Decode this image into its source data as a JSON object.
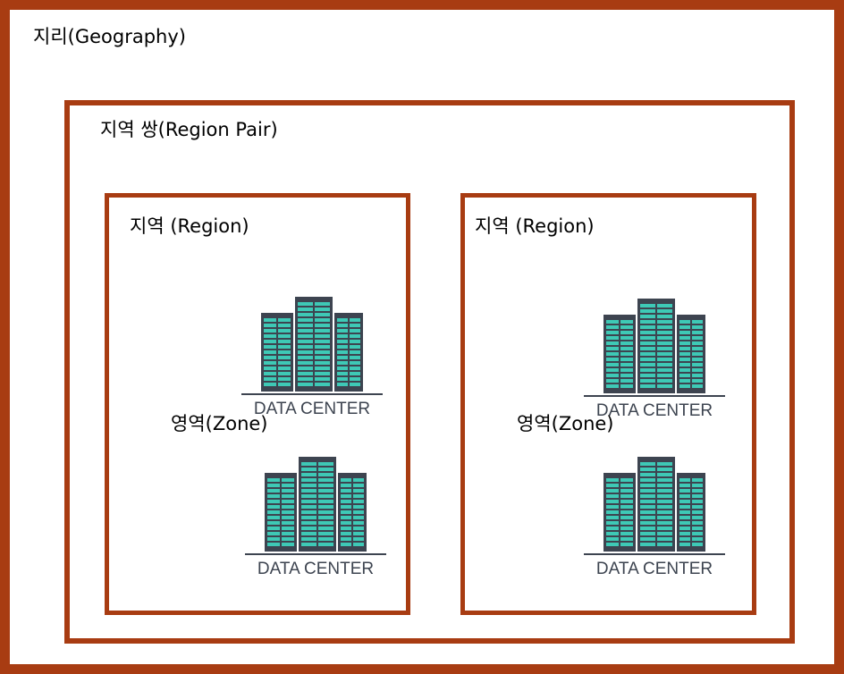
{
  "geography": {
    "title": "지리(Geography)"
  },
  "region_pair": {
    "title": "지역 쌍(Region Pair)"
  },
  "regions": [
    {
      "title": "지역 (Region)",
      "zone_label": "영역(Zone)"
    },
    {
      "title": "지역 (Region)",
      "zone_label": "영역(Zone)"
    }
  ],
  "datacenter": {
    "caption": "DATA CENTER"
  },
  "colors": {
    "border": "#a83c12",
    "building": "#3d4450",
    "windows": "#3ec9b6",
    "caption": "#3d4450"
  },
  "icons": [
    "data-center-icon"
  ]
}
